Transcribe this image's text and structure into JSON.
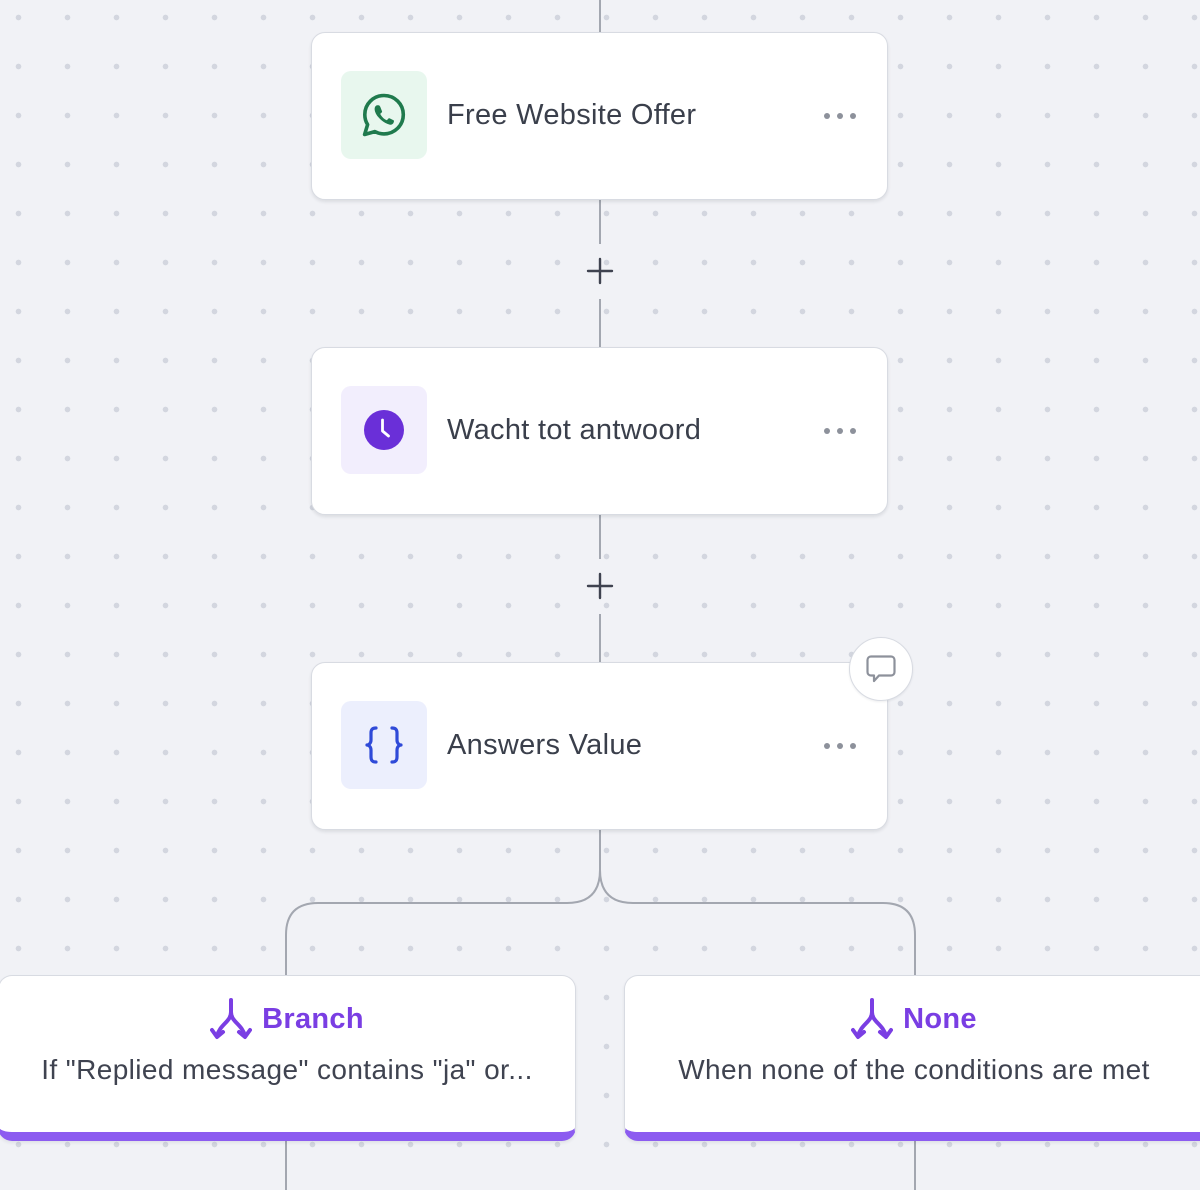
{
  "colors": {
    "canvas_background": "#f1f2f6",
    "connector": "#a3a7b0",
    "whatsapp_green": "#1f7a4d",
    "wait_purple": "#6a2fd8",
    "code_blue": "#2f4ad8",
    "branch_accent": "#7a3ee3"
  },
  "flow": {
    "nodes": [
      {
        "title": "Free Website Offer",
        "icon": "whatsapp-icon",
        "menu_icon": "more-options-icon"
      },
      {
        "title": "Wacht tot antwoord",
        "icon": "clock-icon",
        "menu_icon": "more-options-icon"
      },
      {
        "title": "Answers Value",
        "icon": "curly-braces-icon",
        "menu_icon": "more-options-icon",
        "has_comment": true,
        "comment_icon": "comment-icon"
      }
    ],
    "add_step_icon": "plus-icon",
    "branches": [
      {
        "title": "Branch",
        "icon": "split-arrows-icon",
        "description": "If \"Replied message\" contains \"ja\" or..."
      },
      {
        "title": "None",
        "icon": "split-arrows-icon",
        "description": "When none of the conditions are met"
      }
    ]
  }
}
